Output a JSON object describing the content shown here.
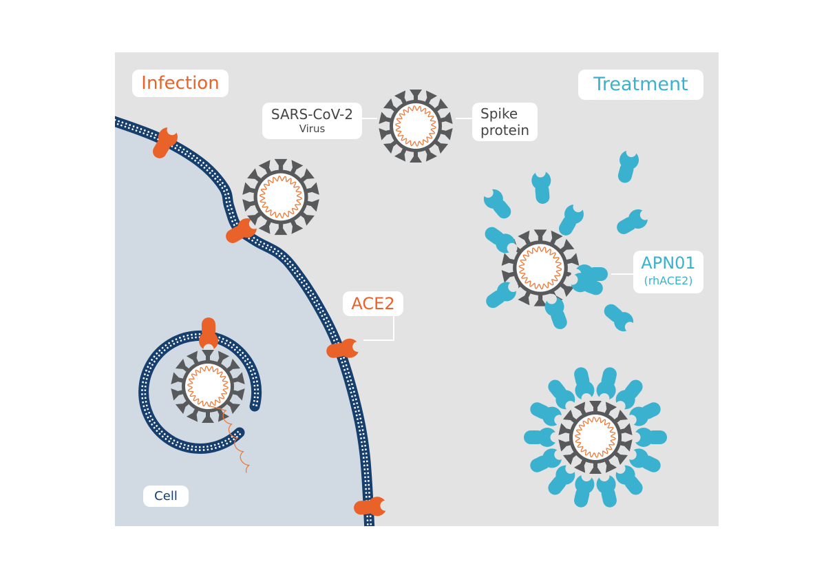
{
  "labels": {
    "infection": "Infection",
    "treatment": "Treatment",
    "virus_name": "SARS-CoV-2",
    "virus_sub": "Virus",
    "spike_line1": "Spike",
    "spike_line2": "protein",
    "ace2": "ACE2",
    "apn_name": "APN01",
    "apn_sub": "(rhACE2)",
    "cell": "Cell"
  },
  "colors": {
    "panel_bg": "#e3e3e3",
    "cell_fill": "#d1dae3",
    "membrane": "#173f6e",
    "membrane_light": "#ffffff",
    "receptor_orange": "#e8622a",
    "virus_gray": "#58595b",
    "rna_orange": "#ee7a38",
    "treatment_teal": "#3ab1ce"
  },
  "icons": {
    "virus": "coronavirus-icon",
    "receptor": "ace2-receptor-icon",
    "decoy": "rhace2-decoy-icon"
  }
}
